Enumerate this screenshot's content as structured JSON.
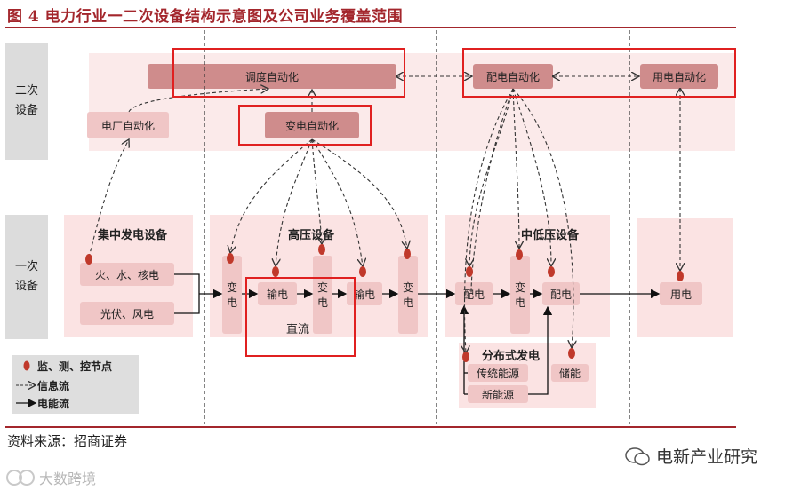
{
  "title": "图 4 电力行业一二次设备结构示意图及公司业务覆盖范围",
  "source": "资料来源：招商证券",
  "side_labels": {
    "secondary": "二次\n设备",
    "primary": "一次\n设备"
  },
  "secondary": {
    "dispatch": "调度自动化",
    "plant": "电厂自动化",
    "substation": "变电自动化",
    "distribution": "配电自动化",
    "consumption": "用电自动化"
  },
  "primary": {
    "generation": {
      "title": "集中发电设备",
      "item1": "火、水、核电",
      "item2": "光伏、风电"
    },
    "high_voltage": {
      "title": "高压设备",
      "transform": "变\n电",
      "transmission": "输电",
      "dc": "直流"
    },
    "mid_low": {
      "title": "中低压设备",
      "distribute": "配电",
      "transform": "变\n电"
    },
    "distributed": {
      "title": "分布式发电",
      "traditional": "传统能源",
      "new": "新能源",
      "storage": "储能"
    },
    "consumption": "用电"
  },
  "legend": {
    "node": "监、测、控节点",
    "info": "信息流",
    "power": "电能流"
  },
  "watermark": {
    "wechat": "电新产业研究",
    "brand": "大数跨境"
  },
  "colors": {
    "accent": "#a3262c",
    "highlight": "#e02020",
    "box": "#f0c6c6",
    "box_dark": "#cf8c8c",
    "band": "#fbeaea",
    "node": "#c0392b"
  }
}
